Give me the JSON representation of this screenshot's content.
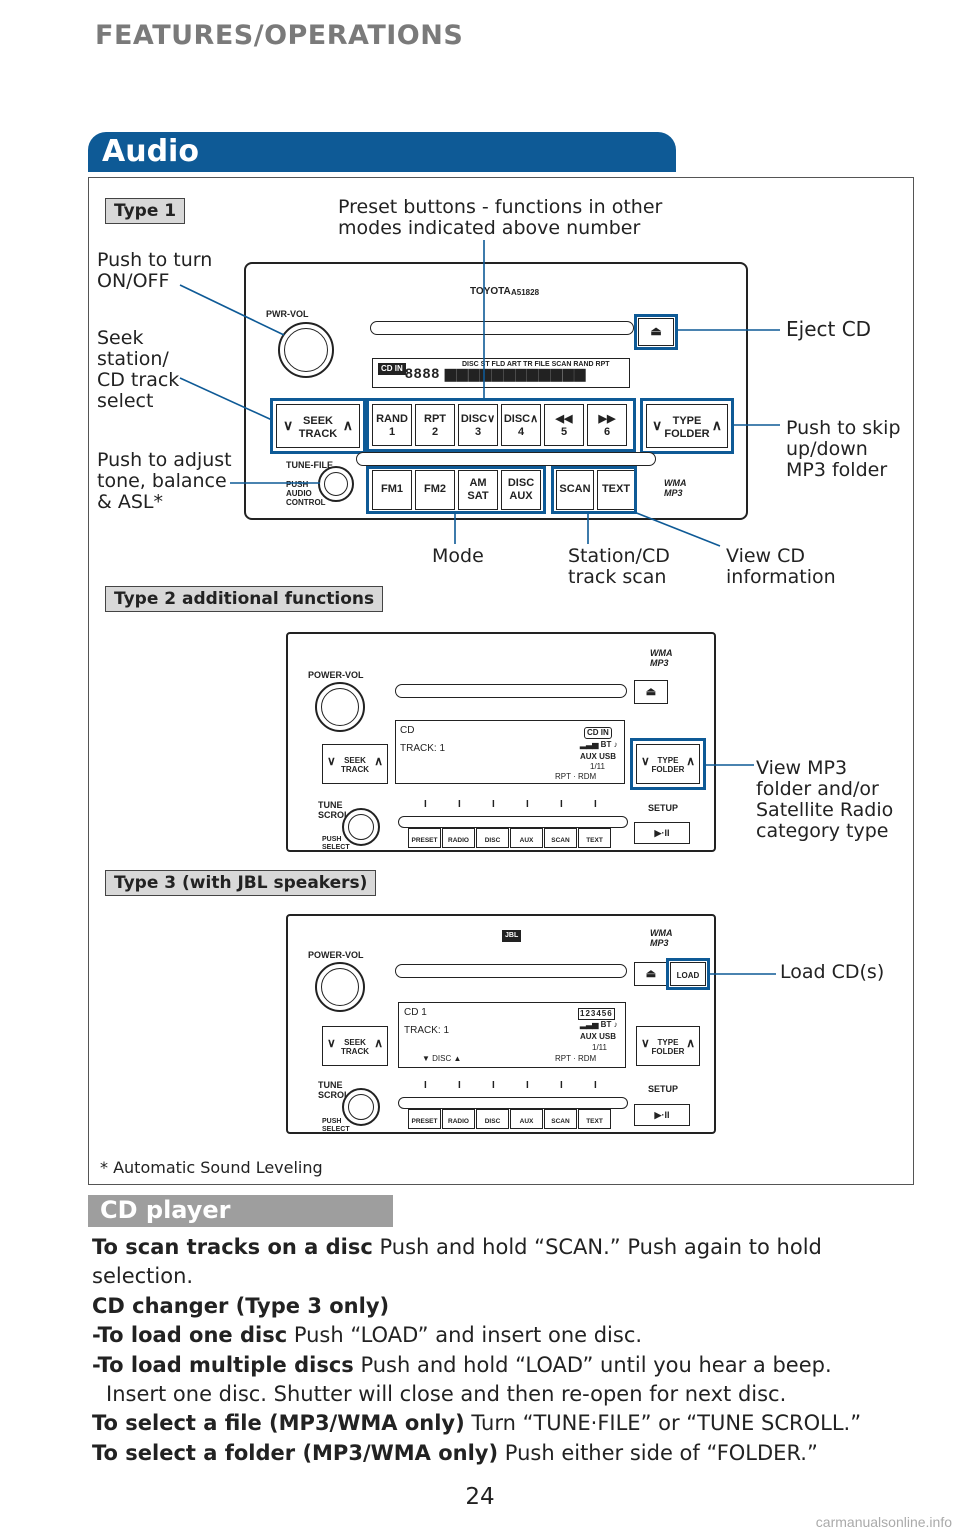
{
  "header": {
    "section_title": "FEATURES/OPERATIONS",
    "audio_tab": "Audio"
  },
  "type_labels": {
    "type1": "Type 1",
    "type2": "Type 2 additional functions",
    "type3": "Type 3 (with JBL speakers)"
  },
  "callouts": {
    "preset_buttons": "Preset buttons - functions in other\nmodes indicated above number",
    "push_on_off": "Push to turn\nON/OFF",
    "seek": "Seek\nstation/\nCD track\nselect",
    "adjust_tone": "Push to adjust\ntone, balance\n& ASL*",
    "eject": "Eject CD",
    "skip_folder": "Push to skip\nup/down\nMP3 folder",
    "mode": "Mode",
    "scan": "Station/CD\ntrack scan",
    "view_cd": "View CD\ninformation",
    "view_mp3": "View MP3\nfolder and/or\nSatellite Radio\ncategory type",
    "load_cd": "Load CD(s)"
  },
  "footnote": "* Automatic Sound Leveling",
  "radio1": {
    "brand": "TOYOTA",
    "model": "A51828",
    "pwr_vol": "PWR-VOL",
    "tune_file": "TUNE-FILE",
    "push_audio": "PUSH\nAUDIO\nCONTROL",
    "cd_in": "CD IN",
    "display_indicators": "DISC ST FLD ART TR FILE SCAN RAND RPT",
    "seek_label": "SEEK\nTRACK",
    "type_folder": "TYPE\nFOLDER",
    "presets": [
      {
        "top": "RAND",
        "num": "1"
      },
      {
        "top": "RPT",
        "num": "2"
      },
      {
        "top": "DISC∨",
        "num": "3"
      },
      {
        "top": "DISC∧",
        "num": "4"
      },
      {
        "top": "◀◀",
        "num": "5"
      },
      {
        "top": "▶▶",
        "num": "6"
      }
    ],
    "bottom_buttons": [
      "FM1",
      "FM2",
      "AM\nSAT",
      "DISC\nAUX",
      "SCAN",
      "TEXT"
    ],
    "wma_mp3": "WMA\nMP3"
  },
  "radio2": {
    "power_vol": "POWER-VOL",
    "tune_scroll": "TUNE\nSCROLL",
    "push_select": "PUSH\nSELECT",
    "seek_label": "SEEK\nTRACK",
    "type_folder": "TYPE\nFOLDER",
    "display_title": "CD",
    "display_track": "TRACK:  1",
    "display_status": "RPT  ·  RDM",
    "cd_in": "CD IN",
    "count": "1/11",
    "bottom_buttons": [
      "PRESET",
      "RADIO",
      "DISC",
      "AUX",
      "SCAN",
      "TEXT"
    ],
    "setup": "SETUP",
    "play_pause": "▶·II",
    "wma_mp3": "WMA\nMP3"
  },
  "radio3": {
    "power_vol": "POWER-VOL",
    "jbl": "JBL",
    "load": "LOAD",
    "tune_scroll": "TUNE\nSCROLL",
    "push_select": "PUSH\nSELECT",
    "seek_label": "SEEK\nTRACK",
    "type_folder": "TYPE\nFOLDER",
    "display_title": "CD 1",
    "display_track": "TRACK:  1",
    "display_disc": "▼ DISC ▲",
    "display_status": "RPT  ·  RDM",
    "disc_slots": "123456",
    "count": "1/11",
    "bottom_buttons": [
      "PRESET",
      "RADIO",
      "DISC",
      "AUX",
      "SCAN",
      "TEXT"
    ],
    "setup": "SETUP",
    "play_pause": "▶·II",
    "wma_mp3": "WMA\nMP3"
  },
  "cd_player": {
    "title": "CD player",
    "scan_bold": "To scan tracks on a disc",
    "scan_text": " Push and hold “SCAN.” Push again to hold selection.",
    "changer_bold": "CD changer (Type 3 only)",
    "load_one_bold": "-To load one disc",
    "load_one_text": " Push “LOAD” and insert one disc.",
    "load_multi_bold": "-To load multiple discs",
    "load_multi_text": " Push and hold “LOAD” until you hear a beep.",
    "load_multi_text2": "Insert one disc. Shutter will close and then re-open for next disc.",
    "file_bold": "To select a file (MP3/WMA only)",
    "file_text": " Turn “TUNE·FILE” or “TUNE SCROLL.”",
    "folder_bold": "To select a folder (MP3/WMA only)",
    "folder_text": " Push either side of “FOLDER.”"
  },
  "page_number": "24",
  "watermark": "carmanualsonline.info"
}
